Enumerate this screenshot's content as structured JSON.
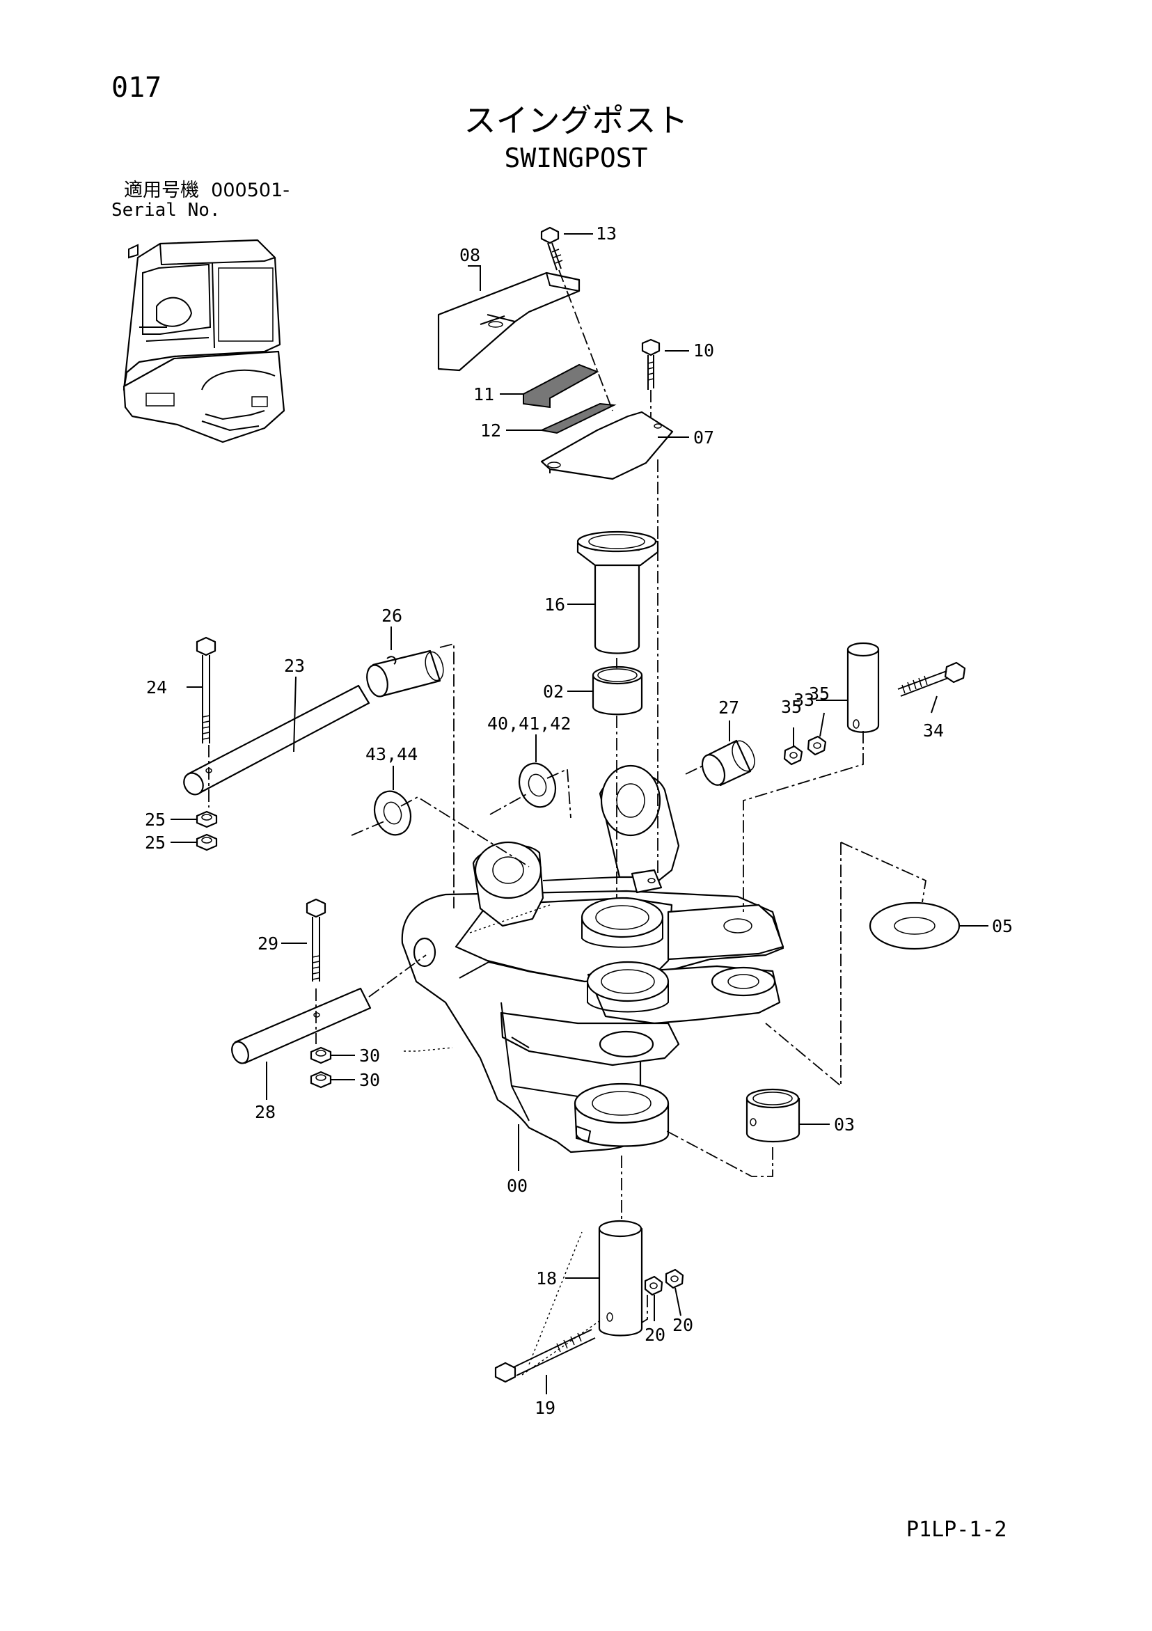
{
  "page_number": "017",
  "title_jp": "スイングポスト",
  "title_en": "SWINGPOST",
  "serial_label_jp": "適用号機",
  "serial_value": "000501-",
  "serial_label_en": "Serial No.",
  "page_code": "P1LP-1-2",
  "callouts": {
    "c00": "00",
    "c02": "02",
    "c03": "03",
    "c05": "05",
    "c07": "07",
    "c08": "08",
    "c10": "10",
    "c11": "11",
    "c12": "12",
    "c13": "13",
    "c16": "16",
    "c18": "18",
    "c19": "19",
    "c20a": "20",
    "c20b": "20",
    "c23": "23",
    "c24": "24",
    "c25a": "25",
    "c25b": "25",
    "c26": "26",
    "c27": "27",
    "c28": "28",
    "c29": "29",
    "c30a": "30",
    "c30b": "30",
    "c33": "33",
    "c34": "34",
    "c35a": "35",
    "c35b": "35",
    "c404142": "40,41,42",
    "c4344": "43,44"
  }
}
